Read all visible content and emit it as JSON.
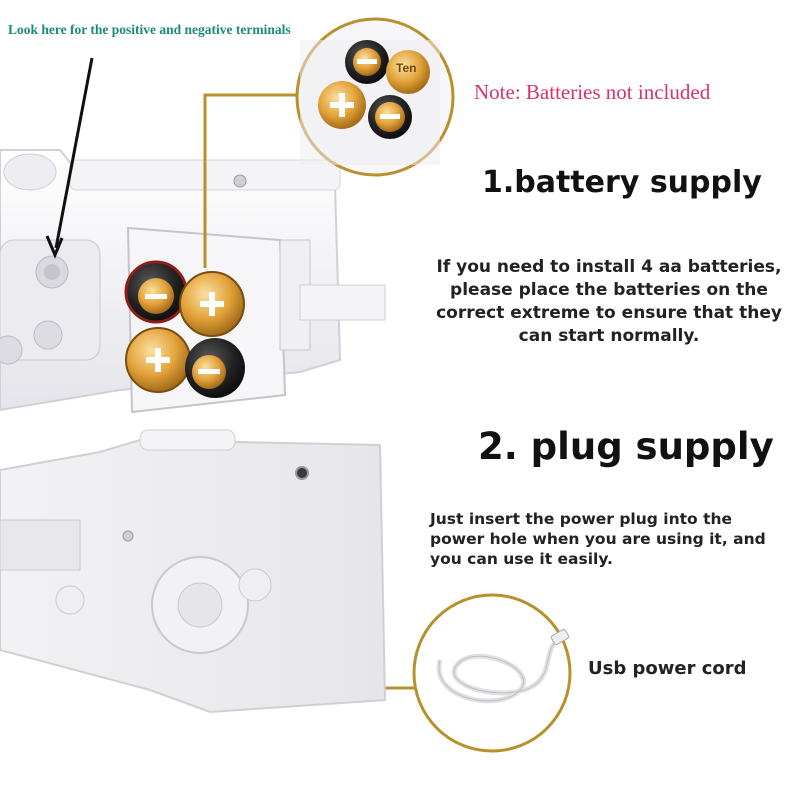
{
  "tip_label": "Look here for the positive and negative terminals",
  "note": "Note: Batteries not included",
  "section1": {
    "title": "1.battery supply",
    "lines": [
      "If you need to install 4 aa batteries,",
      "please place the batteries on the",
      "correct extreme to ensure that they",
      "can start normally."
    ]
  },
  "section2": {
    "title": "2. plug supply",
    "lines": [
      "Just insert the power plug into the",
      "power hole when you are using it, and",
      "you can use it easily."
    ]
  },
  "usb_label": "Usb power cord",
  "battery_label": "Ten",
  "colors": {
    "gold_line": "#b8902c",
    "tip_text": "#1b8a7a",
    "note_text": "#d6336c",
    "battery_gold": "#e2a23a",
    "battery_dark": "#1e1e1e"
  }
}
